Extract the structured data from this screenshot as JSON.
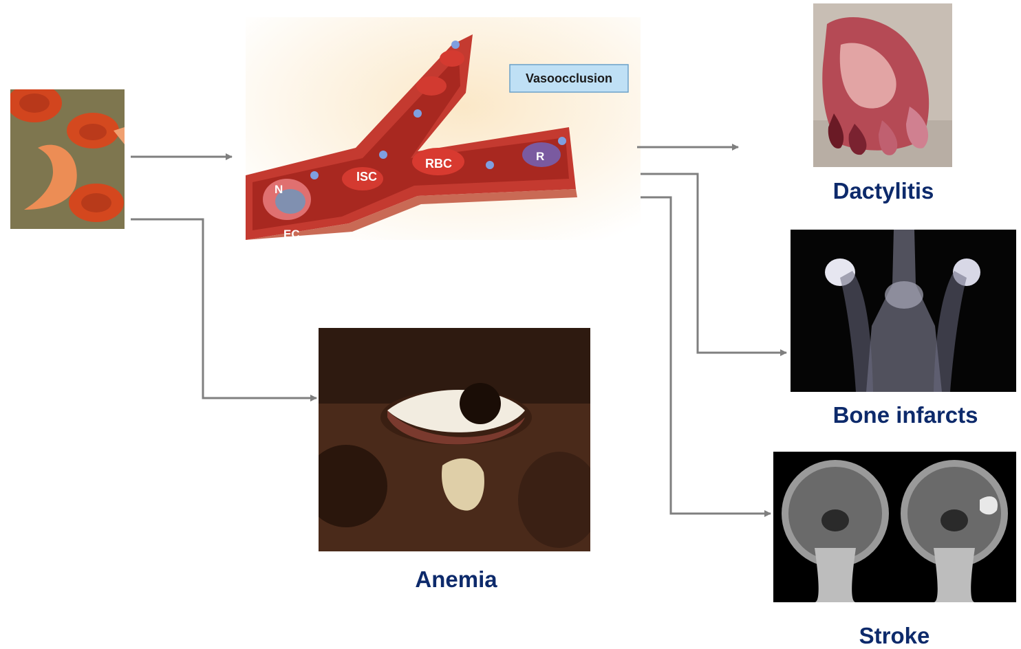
{
  "vessel_figure": {
    "callout": "Vasoocclusion",
    "labels": {
      "n": "N",
      "ec": "EC",
      "isc": "ISC",
      "rbc": "RBC",
      "r": "R"
    }
  },
  "outcomes": {
    "dactylitis": "Dactylitis",
    "bone_infarcts": "Bone infarcts",
    "stroke": "Stroke",
    "anemia": "Anemia"
  },
  "colors": {
    "caption": "#0d2a6b",
    "arrow": "#7f7f7f",
    "callout_bg": "#bfe0f5"
  },
  "icons": [
    "sickle-cell-image",
    "blood-vessel-diagram",
    "swollen-hand-photo",
    "bone-scan-image",
    "brain-mri-image",
    "pale-eye-photo"
  ]
}
